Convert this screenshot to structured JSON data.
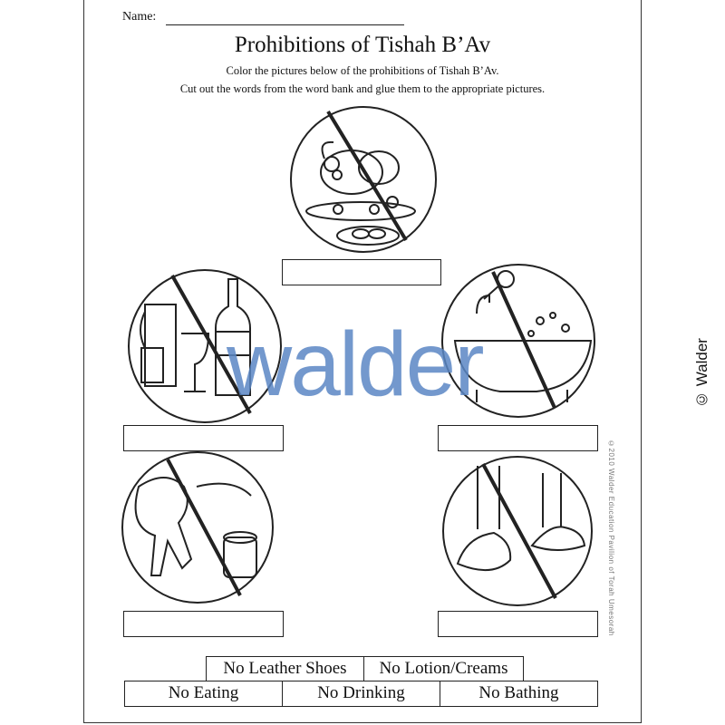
{
  "worksheet": {
    "name_label": "Name:",
    "title": "Prohibitions of Tishah B’Av",
    "instructions": [
      "Color the pictures below of the prohibitions of Tishah B’Av.",
      "Cut out the words from the word bank and glue them to the appropriate pictures."
    ],
    "copyright": "©2010 Walder Education Pavilion of Torah Umesorah"
  },
  "pictures": [
    {
      "subject": "food"
    },
    {
      "subject": "drinks"
    },
    {
      "subject": "bath"
    },
    {
      "subject": "lotion"
    },
    {
      "subject": "leather shoes"
    }
  ],
  "word_bank": {
    "row1": [
      "No Leather Shoes",
      "No Lotion/Creams"
    ],
    "row2": [
      "No Eating",
      "No Drinking",
      "No Bathing"
    ]
  },
  "watermark": {
    "text": "walder",
    "side_text": "© Walder",
    "color": "#5b87c5"
  }
}
